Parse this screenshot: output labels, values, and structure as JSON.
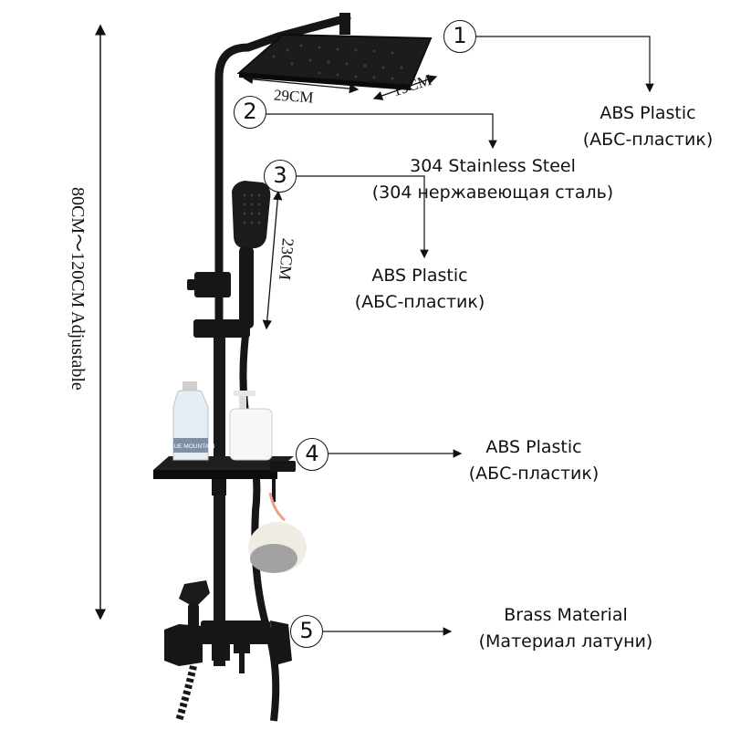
{
  "callouts": [
    {
      "number": "1",
      "label_en": "ABS Plastic",
      "label_ru": "(АБС-пластик)"
    },
    {
      "number": "2",
      "label_en": "304 Stainless Steel",
      "label_ru": "(304 нержавеющая сталь)"
    },
    {
      "number": "3",
      "label_en": "ABS Plastic",
      "label_ru": "(АБС-пластик)"
    },
    {
      "number": "4",
      "label_en": "ABS Plastic",
      "label_ru": "(АБС-пластик)"
    },
    {
      "number": "5",
      "label_en": "Brass Material",
      "label_ru": "(Материал латуни)"
    }
  ],
  "dimensions": {
    "head_length": "29CM",
    "head_width": "19CM",
    "handheld_length": "23CM",
    "height_range": "80CM～120CM Adjustable"
  },
  "product_print": {
    "bottle_brand": "BLUE MOUNTAIN"
  },
  "colors": {
    "fixture": "#161616",
    "text": "#111111",
    "background": "#ffffff"
  }
}
